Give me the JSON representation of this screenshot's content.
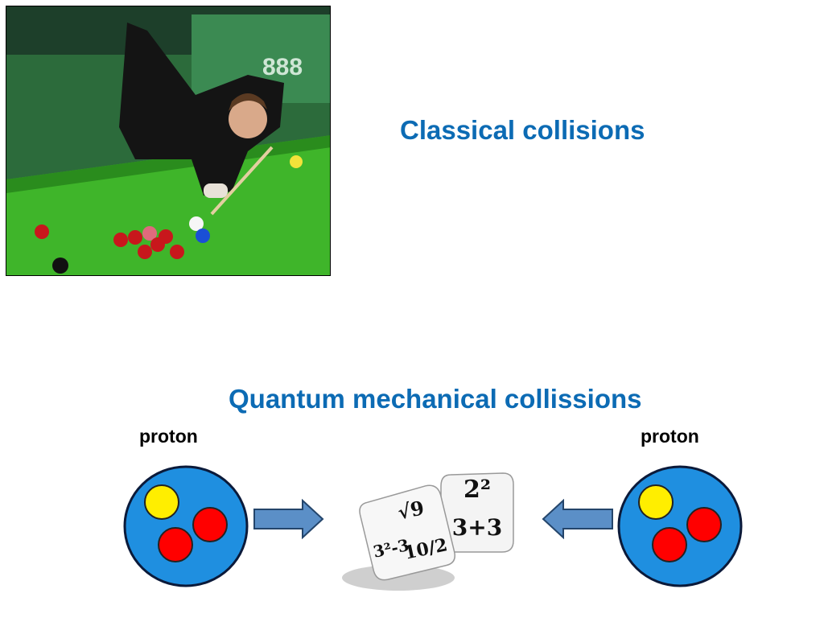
{
  "slide": {
    "classical_title": "Classical collisions",
    "quantum_title": "Quantum mechanical collissions",
    "left_label": "proton",
    "right_label": "proton"
  },
  "photo": {
    "sign_text": "888",
    "description_icon": "snooker-player-photo"
  },
  "dice": {
    "die1_faces": [
      "√9",
      "3²-3",
      "10/2"
    ],
    "die2_faces": [
      "2²",
      "3+3"
    ]
  },
  "colors": {
    "title": "#0c6bb4",
    "proton_fill": "#1f8fe0",
    "quark_red": "#ff0000",
    "quark_yellow": "#ffee00",
    "arrow_fill": "#5b8fc7",
    "table_green": "#3fb52a"
  }
}
